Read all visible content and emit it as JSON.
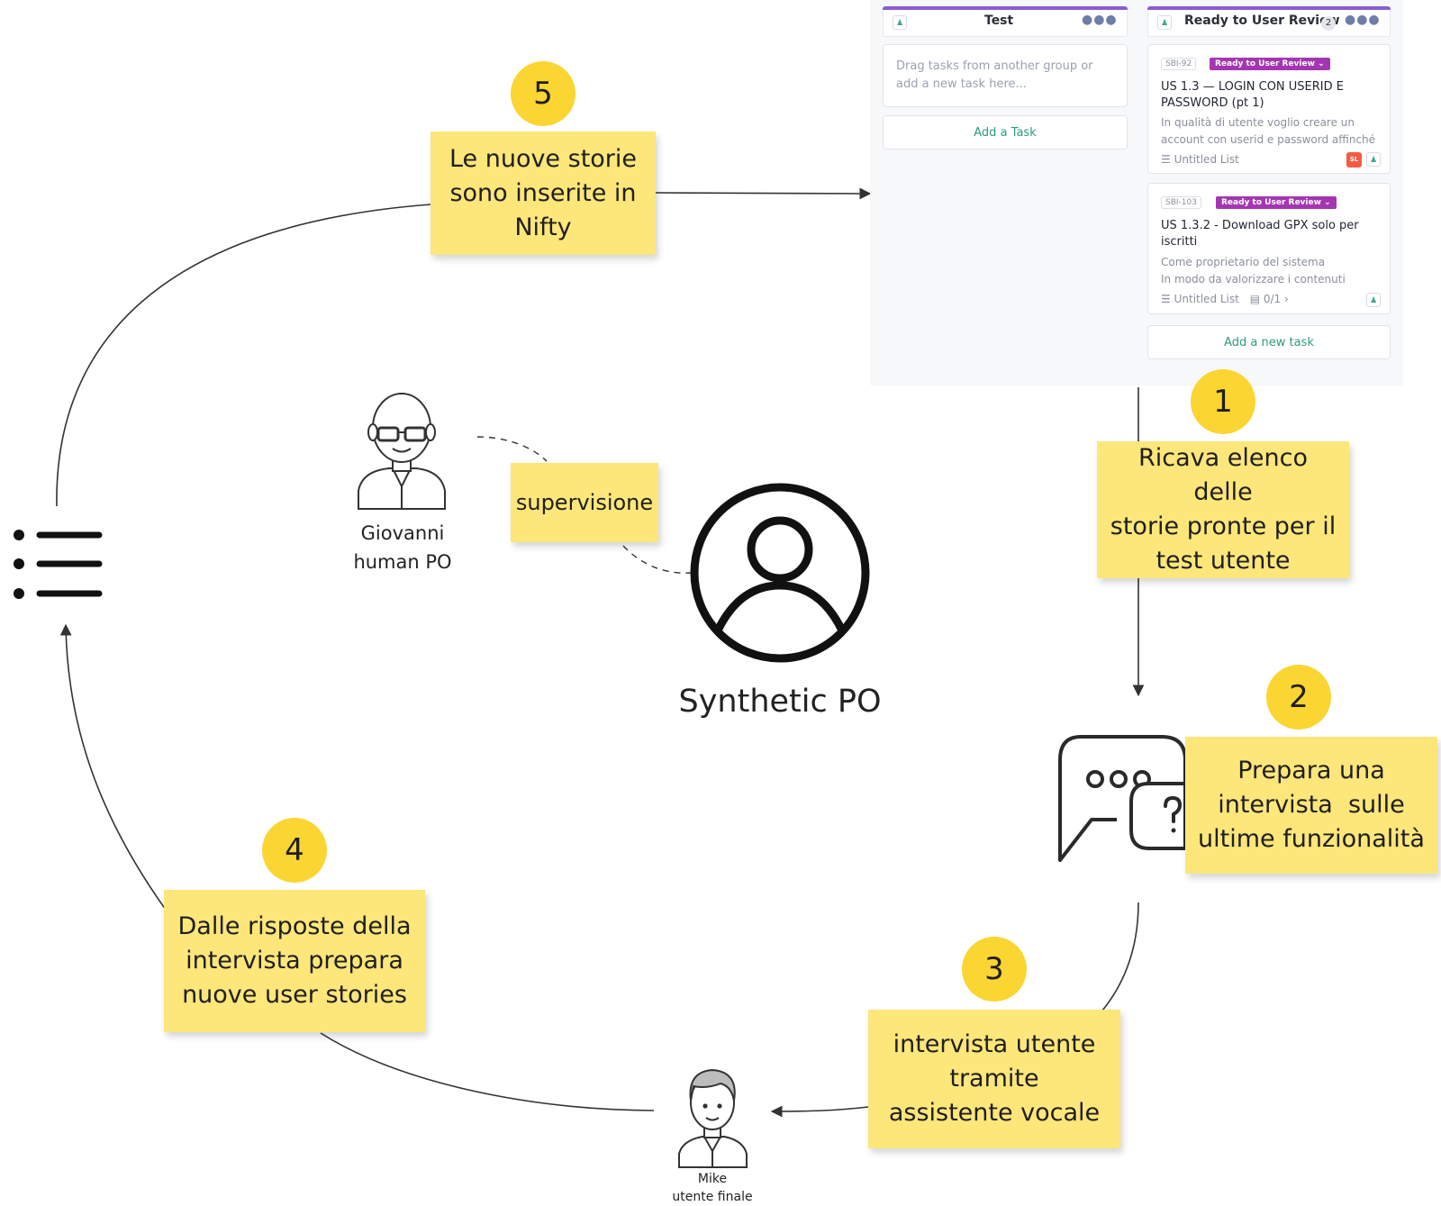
{
  "board": {
    "columns": [
      {
        "title": "Test",
        "accent": "#8b5cd6",
        "placeholder": "Drag tasks from another group or add a new task here...",
        "add_label": "Add a Task"
      },
      {
        "title": "Ready to User Review",
        "count": "2",
        "accent": "#8b5cd6",
        "add_label": "Add a new task",
        "tasks": [
          {
            "id": "SBI-92",
            "status": "Ready to User Review",
            "title_lines": [
              "US 1.3 — LOGIN CON USERID E",
              "PASSWORD (pt 1)"
            ],
            "desc_lines": [
              "In qualità di utente voglio creare un",
              "account con userid e password affinché"
            ],
            "list": "Untitled List",
            "assignee": "SL"
          },
          {
            "id": "SBI-103",
            "status": "Ready to User Review",
            "title_lines": [
              "US 1.3.2 - Download GPX solo per",
              "iscritti"
            ],
            "desc_lines": [
              "Come proprietario del sistema",
              "In modo da valorizzare i contenuti"
            ],
            "list": "Untitled List",
            "subtasks": "0/1"
          }
        ]
      }
    ]
  },
  "steps": [
    {
      "number": "1",
      "lines": [
        "Ricava elenco delle",
        "storie pronte per il",
        "test utente"
      ]
    },
    {
      "number": "2",
      "lines": [
        "Prepara una",
        "intervista  sulle",
        "ultime funzionalità"
      ]
    },
    {
      "number": "3",
      "lines": [
        "intervista utente",
        "tramite",
        "assistente vocale"
      ]
    },
    {
      "number": "4",
      "lines": [
        "Dalle risposte della",
        "intervista prepara",
        "nuove user stories"
      ]
    },
    {
      "number": "5",
      "lines": [
        "Le nuove storie",
        "sono inserite in",
        "Nifty"
      ]
    }
  ],
  "supervision": "supervisione",
  "center": {
    "label": "Synthetic PO",
    "icon": "user-circle-icon"
  },
  "people": {
    "giovanni": {
      "name": "Giovanni",
      "role": "human PO",
      "icon": "bald-man-glasses-icon"
    },
    "mike": {
      "name": "Mike",
      "role": "utente finale",
      "icon": "man-icon"
    }
  },
  "icons": {
    "list": "list-icon",
    "chat": "chat-question-icon"
  },
  "colors": {
    "sticky": "#fde67a",
    "badge": "#fbd532",
    "status": "#a436b2",
    "accent_green": "#2c9b7c"
  }
}
